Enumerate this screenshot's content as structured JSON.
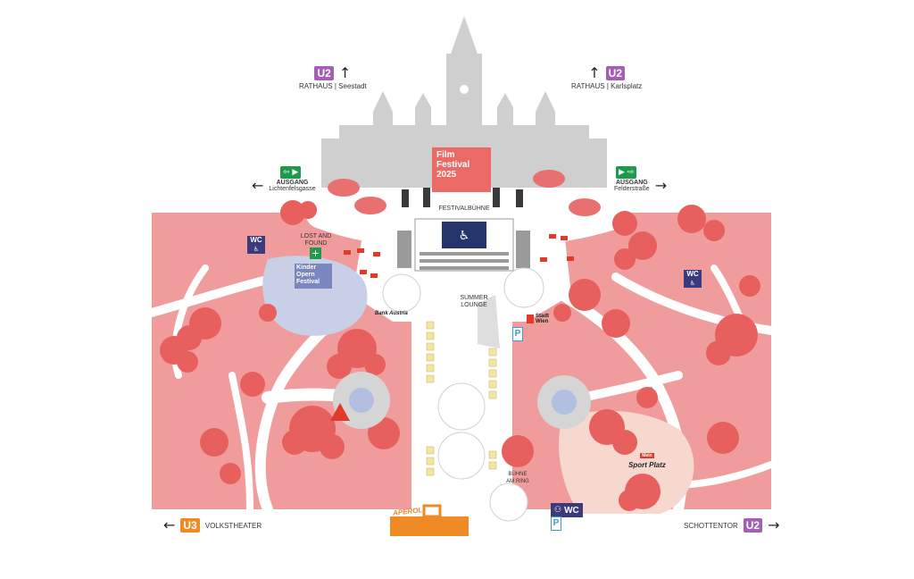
{
  "top_left_nav": {
    "line": "U2",
    "direction": "↑",
    "text": "RATHAUS | Seestadt"
  },
  "top_right_nav": {
    "line": "U2",
    "direction": "↑",
    "text": "RATHAUS | Karlsplatz"
  },
  "exit_left": {
    "label": "AUSGANG",
    "street": "Lichtenfelsgasse",
    "arrow": "←"
  },
  "exit_right": {
    "label": "AUSGANG",
    "street": "Felderstraße",
    "arrow": "→"
  },
  "screen": {
    "line1": "Film",
    "line2": "Festival",
    "line3": "2025"
  },
  "stage_label": "FESTIVALBÜHNE",
  "lost_found": {
    "line1": "LOST AND",
    "line2": "FOUND"
  },
  "kinder_oper": {
    "line1": "Kinder",
    "line2": "Opern",
    "line3": "Festival"
  },
  "bank_austria": "Bank Austria",
  "summer_lounge": {
    "line1": "SUMMER",
    "line2": "LOUNGE"
  },
  "stadt_wien": {
    "line1": "Stadt",
    "line2": "Wien"
  },
  "wc_label": "WC",
  "mein_sportplatz": {
    "line1": "Mein",
    "line2": "Sport Platz"
  },
  "buehne_am_ring": {
    "line1": "BÜHNE",
    "line2": "AM RING"
  },
  "aperol": "APEROL",
  "bottom_left_nav": {
    "line": "U3",
    "arrow": "←",
    "text": "VOLKSTHEATER"
  },
  "bottom_right_nav": {
    "line": "U2",
    "arrow": "→",
    "text": "SCHOTTENTOR"
  },
  "colors": {
    "park": "#f19c9c",
    "tree": "#e8605e",
    "path": "#ffffff",
    "building": "#cfcfcf",
    "screen": "#ec6a66",
    "u2": "#a45eb4",
    "u3": "#f08a24",
    "exit_green": "#1f9a4c",
    "kinder_area": "#c9cfe6",
    "sport_area": "#f6d8cf",
    "accent_red": "#e23a2a"
  }
}
